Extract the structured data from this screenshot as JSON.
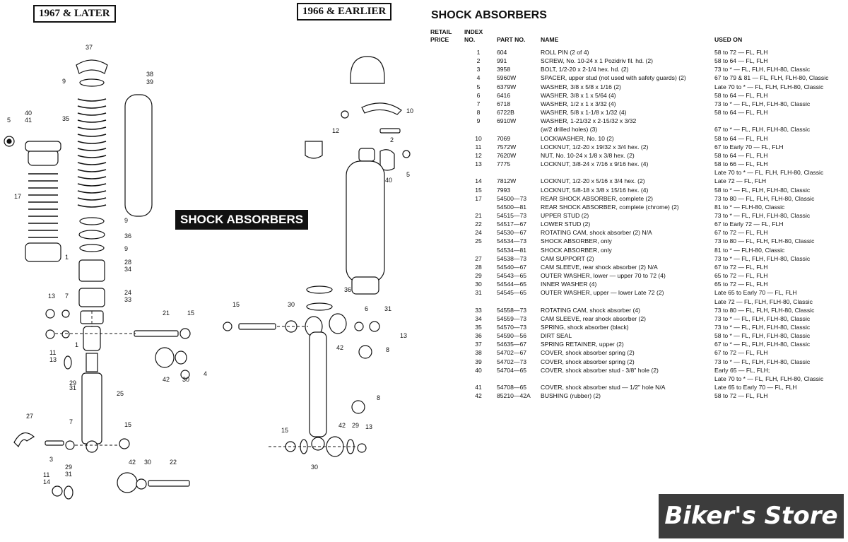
{
  "diagram": {
    "label_later": "1967 & LATER",
    "label_earlier": "1966 & EARLIER",
    "banner": "SHOCK ABSORBERS",
    "callouts_later": [
      {
        "text": "37"
      },
      {
        "text": "9"
      },
      {
        "text": "38"
      },
      {
        "text": "39"
      },
      {
        "text": "35"
      },
      {
        "text": "40"
      },
      {
        "text": "41"
      },
      {
        "text": "5"
      },
      {
        "text": "17"
      },
      {
        "text": "9"
      },
      {
        "text": "36"
      },
      {
        "text": "9"
      },
      {
        "text": "28"
      },
      {
        "text": "34"
      },
      {
        "text": "1"
      },
      {
        "text": "24"
      },
      {
        "text": "33"
      },
      {
        "text": "13"
      },
      {
        "text": "7"
      },
      {
        "text": "21"
      },
      {
        "text": "15"
      },
      {
        "text": "1"
      },
      {
        "text": "11"
      },
      {
        "text": "13"
      },
      {
        "text": "29"
      },
      {
        "text": "31"
      },
      {
        "text": "25"
      },
      {
        "text": "42"
      },
      {
        "text": "30"
      },
      {
        "text": "4"
      },
      {
        "text": "27"
      },
      {
        "text": "7"
      },
      {
        "text": "15"
      },
      {
        "text": "3"
      },
      {
        "text": "42"
      },
      {
        "text": "30"
      },
      {
        "text": "22"
      },
      {
        "text": "11"
      },
      {
        "text": "14"
      },
      {
        "text": "29"
      },
      {
        "text": "31"
      }
    ],
    "callouts_earlier": [
      {
        "text": "10"
      },
      {
        "text": "12"
      },
      {
        "text": "2"
      },
      {
        "text": "40"
      },
      {
        "text": "5"
      },
      {
        "text": "36"
      },
      {
        "text": "15"
      },
      {
        "text": "30"
      },
      {
        "text": "6"
      },
      {
        "text": "31"
      },
      {
        "text": "13"
      },
      {
        "text": "42"
      },
      {
        "text": "8"
      },
      {
        "text": "8"
      },
      {
        "text": "15"
      },
      {
        "text": "42"
      },
      {
        "text": "29"
      },
      {
        "text": "13"
      },
      {
        "text": "30"
      }
    ]
  },
  "parts_list": {
    "title": "SHOCK ABSORBERS",
    "headers": {
      "price": "RETAIL PRICE",
      "index": "INDEX NO.",
      "part": "PART NO.",
      "name": "NAME",
      "used": "USED ON"
    },
    "rows": [
      {
        "index": "1",
        "part": "604",
        "name": "ROLL PIN (2 of 4)",
        "used": "58 to 72 — FL, FLH"
      },
      {
        "index": "2",
        "part": "991",
        "name": "SCREW, No. 10-24 x 1 Pozidriv fil. hd. (2)",
        "used": "58 to 64 — FL, FLH"
      },
      {
        "index": "3",
        "part": "3958",
        "name": "BOLT, 1/2-20 x 2-1/4 hex. hd. (2)",
        "used": "73 to * — FL, FLH, FLH-80, Classic"
      },
      {
        "index": "4",
        "part": "5960W",
        "name": "SPACER, upper stud (not used with safety guards) (2)",
        "used": "67 to 79 & 81 — FL, FLH, FLH-80, Classic"
      },
      {
        "index": "5",
        "part": "6379W",
        "name": "WASHER, 3/8 x 5/8 x 1/16 (2)",
        "used": "Late 70 to * — FL, FLH, FLH-80, Classic"
      },
      {
        "index": "6",
        "part": "6416",
        "name": "WASHER, 3/8 x 1 x 5/64 (4)",
        "used": "58 to 64 — FL, FLH"
      },
      {
        "index": "7",
        "part": "6718",
        "name": "WASHER, 1/2 x 1 x 3/32 (4)",
        "used": "73 to * — FL, FLH, FLH-80, Classic"
      },
      {
        "index": "8",
        "part": "6722B",
        "name": "WASHER, 5/8 x 1-1/8 x 1/32 (4)",
        "used": "58 to 64 — FL, FLH"
      },
      {
        "index": "9",
        "part": "6910W",
        "name": "WASHER, 1-21/32 x 2-15/32 x 3/32",
        "used": ""
      },
      {
        "index": "",
        "part": "",
        "name": "(w/2 drilled holes) (3)",
        "used": "67 to * — FL, FLH, FLH-80, Classic"
      },
      {
        "index": "10",
        "part": "7069",
        "name": "LOCKWASHER, No. 10 (2)",
        "used": "58 to 64 — FL, FLH"
      },
      {
        "index": "11",
        "part": "7572W",
        "name": "LOCKNUT, 1/2-20 x 19/32 x 3/4 hex. (2)",
        "used": "67 to Early 70 — FL, FLH"
      },
      {
        "index": "12",
        "part": "7620W",
        "name": "NUT, No. 10-24 x 1/8 x 3/8 hex. (2)",
        "used": "58 to 64 — FL, FLH"
      },
      {
        "index": "13",
        "part": "7775",
        "name": "LOCKNUT, 3/8-24 x 7/16 x 9/16 hex. (4)",
        "used": "58 to 66 — FL, FLH"
      },
      {
        "index": "",
        "part": "",
        "name": "",
        "used": "Late 70 to * — FL, FLH, FLH-80, Classic"
      },
      {
        "index": "14",
        "part": "7812W",
        "name": "LOCKNUT, 1/2-20 x 5/16 x 3/4 hex. (2)",
        "used": "Late 72 — FL, FLH"
      },
      {
        "index": "15",
        "part": "7993",
        "name": "LOCKNUT, 5/8-18 x 3/8 x 15/16 hex. (4)",
        "used": "58 to * — FL, FLH, FLH-80, Classic"
      },
      {
        "index": "17",
        "part": "54500—73",
        "name": "REAR SHOCK ABSORBER, complete (2)",
        "used": "73 to 80 — FL, FLH, FLH-80, Classic"
      },
      {
        "index": "",
        "part": "54500—81",
        "name": "REAR SHOCK ABSORBER, complete (chrome) (2)",
        "used": "81 to * — FLH-80, Classic"
      },
      {
        "index": "21",
        "part": "54515—73",
        "name": "UPPER STUD (2)",
        "used": "73 to * — FL, FLH, FLH-80, Classic"
      },
      {
        "index": "22",
        "part": "54517—67",
        "name": "LOWER STUD (2)",
        "used": "67 to Early 72 — FL, FLH"
      },
      {
        "index": "24",
        "part": "54530—67",
        "name": "ROTATING CAM, shock absorber (2)            N/A",
        "used": "67 to 72 — FL, FLH"
      },
      {
        "index": "25",
        "part": "54534—73",
        "name": "SHOCK ABSORBER, only",
        "used": "73 to 80 — FL, FLH, FLH-80, Classic"
      },
      {
        "index": "",
        "part": "54534—81",
        "name": "SHOCK ABSORBER, only",
        "used": "81 to * — FLH-80, Classic"
      },
      {
        "index": "27",
        "part": "54538—73",
        "name": "CAM SUPPORT (2)",
        "used": "73 to * — FL, FLH, FLH-80, Classic"
      },
      {
        "index": "28",
        "part": "54540—67",
        "name": "CAM SLEEVE, rear shock absorber (2)         N/A",
        "used": "67 to 72 — FL, FLH"
      },
      {
        "index": "29",
        "part": "54543—65",
        "name": "OUTER WASHER, lower — upper 70 to 72 (4)",
        "used": "65 to 72 — FL, FLH"
      },
      {
        "index": "30",
        "part": "54544—65",
        "name": "INNER WASHER (4)",
        "used": "65 to 72 — FL, FLH"
      },
      {
        "index": "31",
        "part": "54545—65",
        "name": "OUTER WASHER, upper — lower Late 72 (2)",
        "used": "Late 65 to Early 70 — FL, FLH"
      },
      {
        "index": "",
        "part": "",
        "name": "",
        "used": "Late 72 — FL, FLH, FLH-80, Classic"
      },
      {
        "index": "33",
        "part": "54558—73",
        "name": "ROTATING CAM, shock absorber (4)",
        "used": "73 to 80 — FL, FLH, FLH-80, Classic"
      },
      {
        "index": "34",
        "part": "54559—73",
        "name": "CAM SLEEVE, rear shock absorber (2)",
        "used": "73 to * — FL, FLH, FLH-80, Classic"
      },
      {
        "index": "35",
        "part": "54570—73",
        "name": "SPRING, shock absorber (black)",
        "used": "73 to * — FL, FLH, FLH-80, Classic"
      },
      {
        "index": "36",
        "part": "54590—56",
        "name": "DIRT SEAL",
        "used": "58 to * — FL, FLH, FLH-80, Classic"
      },
      {
        "index": "37",
        "part": "54635—67",
        "name": "SPRING RETAINER, upper (2)",
        "used": "67 to * — FL, FLH, FLH-80, Classic"
      },
      {
        "index": "38",
        "part": "54702—67",
        "name": "COVER, shock absorber spring (2)",
        "used": "67 to 72 — FL, FLH"
      },
      {
        "index": "39",
        "part": "54702—73",
        "name": "COVER, shock absorber spring (2)",
        "used": "73 to * — FL, FLH, FLH-80, Classic"
      },
      {
        "index": "40",
        "part": "54704—65",
        "name": "COVER, shock absorber stud - 3/8\" hole (2)",
        "used": "Early 65 — FL, FLH;"
      },
      {
        "index": "",
        "part": "",
        "name": "",
        "used": "Late 70 to * — FL, FLH, FLH-80, Classic"
      },
      {
        "index": "41",
        "part": "54708—65",
        "name": "COVER, shock absorber stud — 1/2\" hole        N/A",
        "used": "Late 65 to Early 70 — FL, FLH"
      },
      {
        "index": "42",
        "part": "85210—42A",
        "name": "BUSHING (rubber) (2)",
        "used": "58 to 72 — FL, FLH"
      }
    ]
  },
  "logo": {
    "text": "Biker's Store"
  }
}
